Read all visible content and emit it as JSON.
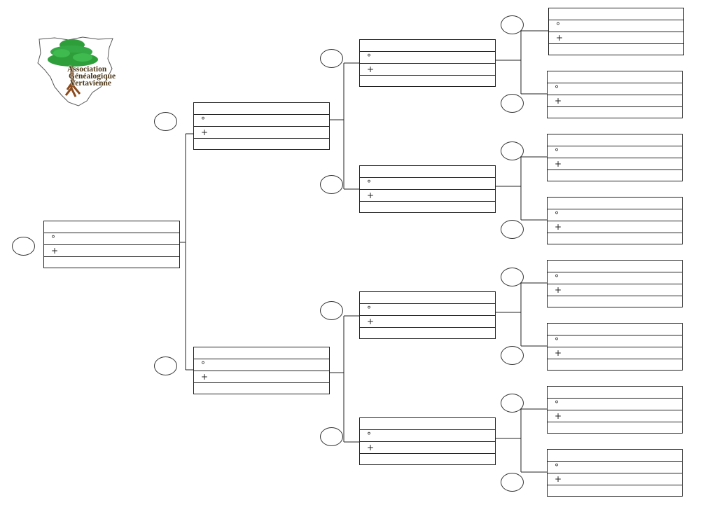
{
  "logo": {
    "line1": "Association",
    "line2": "Généalogique",
    "line3": "Vertavienne"
  },
  "symbols": {
    "birth": "°",
    "death": "+"
  },
  "boxes": [
    {
      "id": "gen1-p1",
      "generation": 1
    },
    {
      "id": "gen2-p1",
      "generation": 2
    },
    {
      "id": "gen2-p2",
      "generation": 2
    },
    {
      "id": "gen3-p1",
      "generation": 3
    },
    {
      "id": "gen3-p2",
      "generation": 3
    },
    {
      "id": "gen3-p3",
      "generation": 3
    },
    {
      "id": "gen3-p4",
      "generation": 3
    },
    {
      "id": "gen4-p1",
      "generation": 4
    },
    {
      "id": "gen4-p2",
      "generation": 4
    },
    {
      "id": "gen4-p3",
      "generation": 4
    },
    {
      "id": "gen4-p4",
      "generation": 4
    },
    {
      "id": "gen4-p5",
      "generation": 4
    },
    {
      "id": "gen4-p6",
      "generation": 4
    },
    {
      "id": "gen4-p7",
      "generation": 4
    },
    {
      "id": "gen4-p8",
      "generation": 4
    }
  ]
}
